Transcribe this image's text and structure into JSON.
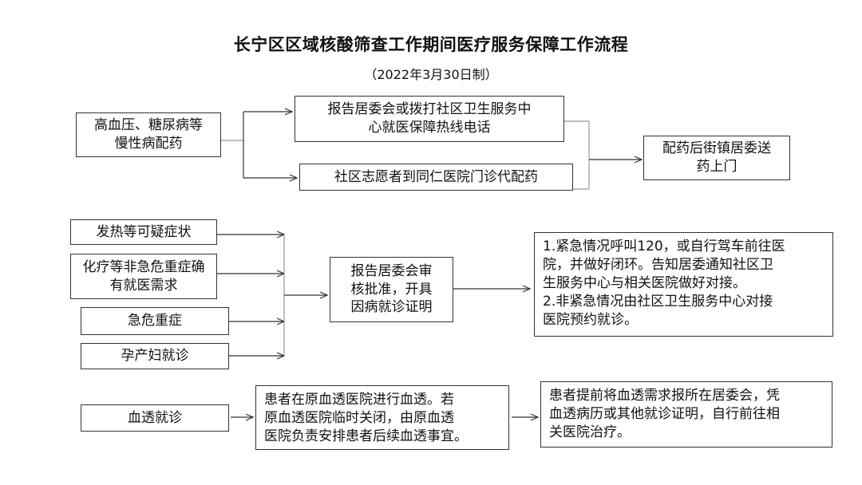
{
  "title": "长宁区区域核酸筛查工作期间医疗服务保障工作流程",
  "subtitle": "（2022年3月30日制）",
  "section1": {
    "source": [
      "高血压、糖尿病等",
      "慢性病配药"
    ],
    "option_a": [
      "报告居委会或拨打社区卫生服务中",
      "心就医保障热线电话"
    ],
    "option_b": "社区志愿者到同仁医院门诊代配药",
    "result": [
      "配药后街镇居委送",
      "药上门"
    ]
  },
  "section2": {
    "case_fever": "发热等可疑症状",
    "case_chemo": [
      "化疗等非急危重症确",
      "有就医需求"
    ],
    "case_emergency": "急危重症",
    "case_pregnancy": "孕产妇就诊",
    "approval": [
      "报告居委会审",
      "核批准，开具",
      "因病就诊证明"
    ],
    "outcome": [
      "1.紧急情况呼叫120，或自行驾车前往医",
      "院，并做好闭环。告知居委通知社区卫",
      "生服务中心与相关医院做好对接。",
      "2.非紧急情况由社区卫生服务中心对接",
      "医院预约就诊。"
    ]
  },
  "section3": {
    "source": "血透就诊",
    "step": [
      "患者在原血透医院进行血透。若",
      "原血透医院临时关闭，由原血透",
      "医院负责安排患者后续血透事宜。"
    ],
    "outcome": [
      "患者提前将血透需求报所在居委会，凭",
      "血透病历或其他就诊证明，自行前往相",
      "关医院治疗。"
    ]
  }
}
